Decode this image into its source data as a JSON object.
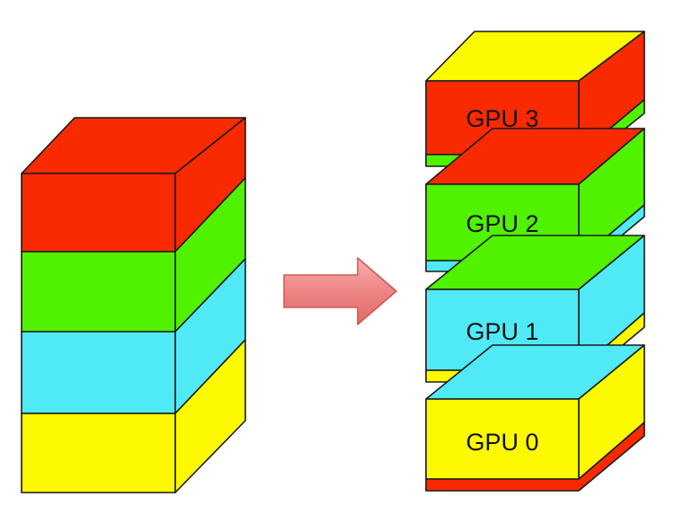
{
  "colors": {
    "red": "#f92a00",
    "green": "#50f200",
    "cyan": "#4feaf6",
    "yellow": "#fdf900",
    "outline": "#1a1a1a",
    "arrow_fill": "#f08c8c",
    "arrow_stroke": "#d25555"
  },
  "left_stack": {
    "layers": [
      "red",
      "green",
      "cyan",
      "yellow"
    ]
  },
  "right_stack": {
    "blocks": [
      {
        "label": "GPU 3",
        "face": "red",
        "top": "yellow",
        "below": "green"
      },
      {
        "label": "GPU 2",
        "face": "green",
        "top": "red",
        "below": "cyan"
      },
      {
        "label": "GPU 1",
        "face": "cyan",
        "top": "green",
        "below": "yellow"
      },
      {
        "label": "GPU 0",
        "face": "yellow",
        "top": "cyan",
        "below": "red"
      }
    ]
  },
  "arrow": {
    "icon": "right-arrow-icon"
  }
}
